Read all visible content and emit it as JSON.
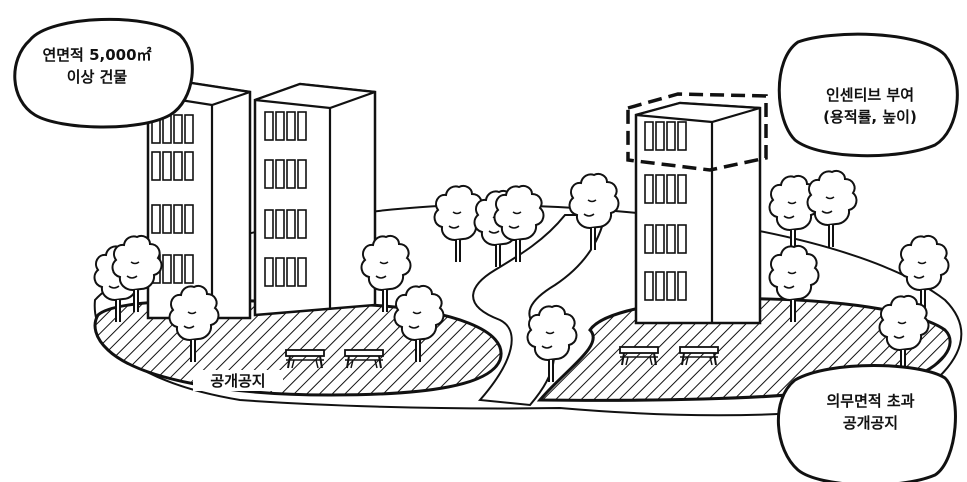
{
  "callouts": {
    "building_size": "연면적 5,000㎡\n이상 건물",
    "incentive": "인센티브 부여\n(용적률, 높이)",
    "excess_space": "의무면적 초과\n공개공지"
  },
  "labels": {
    "public_space": "공개공지"
  },
  "colors": {
    "line": "#111111",
    "background": "#ffffff"
  },
  "icons": [
    "tree-icon",
    "bench-icon",
    "building-icon"
  ]
}
